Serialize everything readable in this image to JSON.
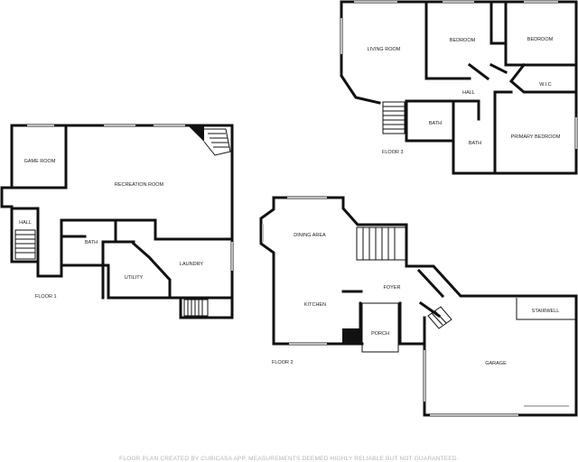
{
  "floor1": {
    "label": "FLOOR 1",
    "rooms": {
      "game_room": "GAME ROOM",
      "recreation_room": "RECREATION ROOM",
      "hall": "HALL",
      "bath": "BATH",
      "utility": "UTILITY",
      "laundry": "LAUNDRY"
    }
  },
  "floor2": {
    "label": "FLOOR 2",
    "rooms": {
      "dining_area": "DINING AREA",
      "kitchen": "KITCHEN",
      "foyer": "FOYER",
      "porch": "PORCH",
      "garage": "GARAGE",
      "stairwell": "STAIRWELL"
    }
  },
  "floor3": {
    "label": "FLOOR 3",
    "rooms": {
      "living_room": "LIVING ROOM",
      "bedroom_1": "BEDROOM",
      "bedroom_2": "BEDROOM",
      "hall": "HALL",
      "wic": "W.I.C",
      "bath_1": "BATH",
      "bath_2": "BATH",
      "primary_bedroom": "PRIMARY BEDROOM"
    }
  },
  "footer": "FLOOR PLAN CREATED BY CUBICASA APP. MEASUREMENTS DEEMED HIGHLY RELIABLE BUT NOT GUARANTEED."
}
